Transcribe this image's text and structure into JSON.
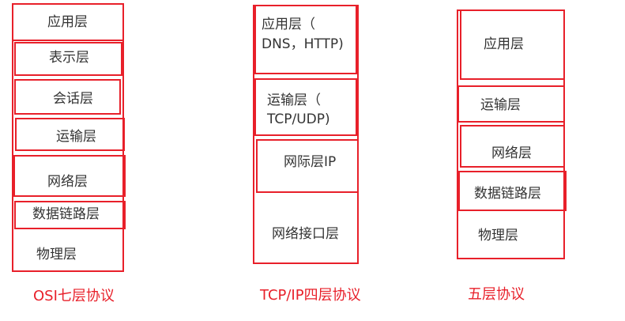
{
  "colors": {
    "border": "#e8202a",
    "caption": "#e8202a",
    "text": "#333333"
  },
  "osi": {
    "caption": "OSI七层协议",
    "layers": [
      "应用层",
      "表示层",
      "会话层",
      "运输层",
      "网络层",
      "数据链路层",
      "物理层"
    ]
  },
  "tcpip": {
    "caption": "TCP/IP四层协议",
    "layers": [
      {
        "line1": "应用层（",
        "line2": "DNS，HTTP)"
      },
      {
        "line1": "运输层（",
        "line2": "TCP/UDP)"
      },
      {
        "line1": "网际层IP"
      },
      {
        "line1": "网络接口层"
      }
    ]
  },
  "five": {
    "caption": "五层协议",
    "layers": [
      "应用层",
      "运输层",
      "网络层",
      "数据链路层",
      "物理层"
    ]
  }
}
